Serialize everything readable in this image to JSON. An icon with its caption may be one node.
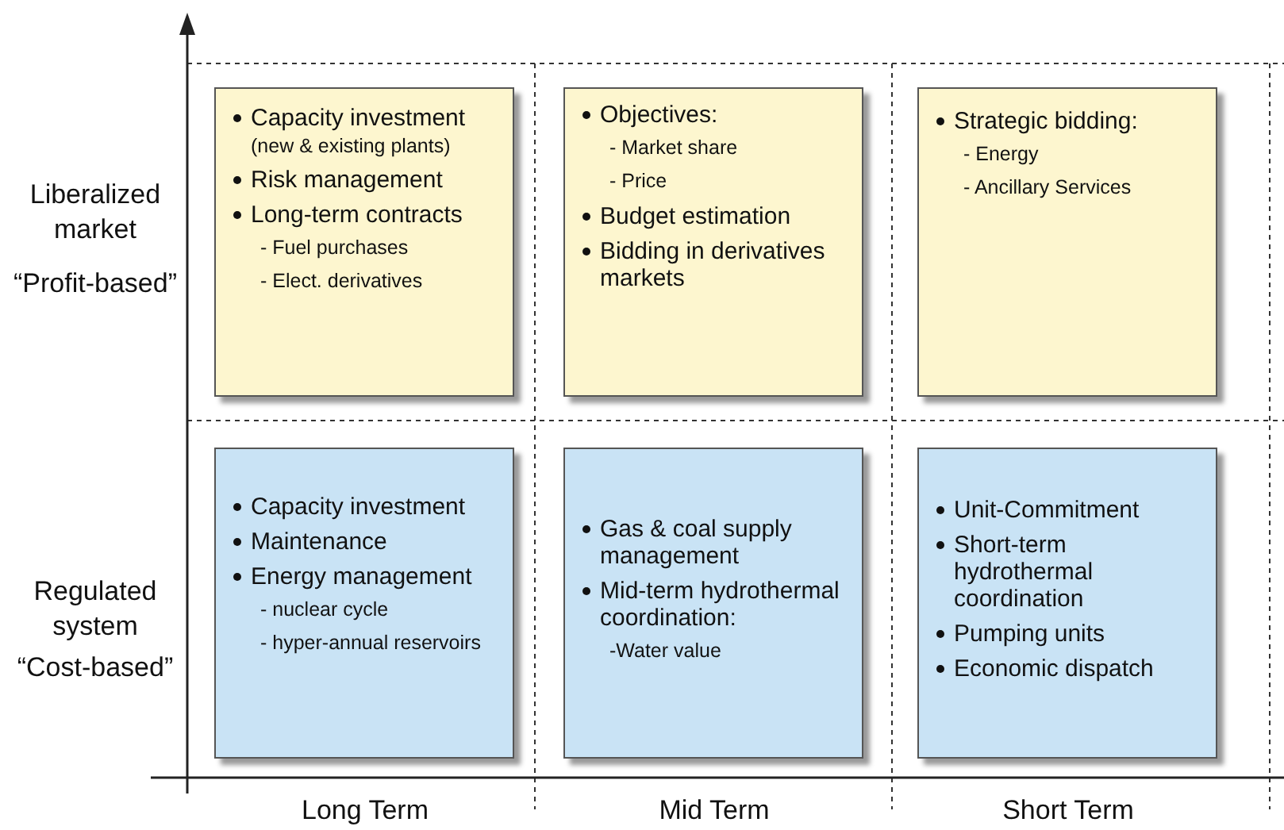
{
  "diagram": {
    "nodes": [
      {
        "text": [
          "Capacity investment",
          "(new & existing plants)",
          "Risk management",
          "Long-term contracts",
          "- Fuel purchases",
          "- Elect. derivatives"
        ]
      },
      {
        "text": [
          "Objectives:",
          "- Market share",
          "- Price",
          "Budget estimation",
          "Bidding in derivatives markets"
        ]
      },
      {
        "text": [
          "Strategic bidding:",
          "- Energy",
          "- Ancillary Services"
        ]
      },
      {
        "text": [
          "Capacity investment",
          "Maintenance",
          "Energy management",
          "- nuclear cycle",
          "- hyper-annual reservoirs"
        ]
      },
      {
        "text": [
          "Gas & coal supply management",
          "Mid-term hydrothermal coordination:",
          "-Water value"
        ]
      },
      {
        "text": [
          "Unit-Commitment",
          "Short-term hydrothermal coordination",
          "Pumping units",
          "Economic dispatch"
        ]
      }
    ],
    "edges": [],
    "labels": [
      "Liberalized market",
      "“Profit-based”",
      "Regulated system",
      "“Cost-based”",
      "Long Term",
      "Mid Term",
      "Short Term"
    ]
  }
}
